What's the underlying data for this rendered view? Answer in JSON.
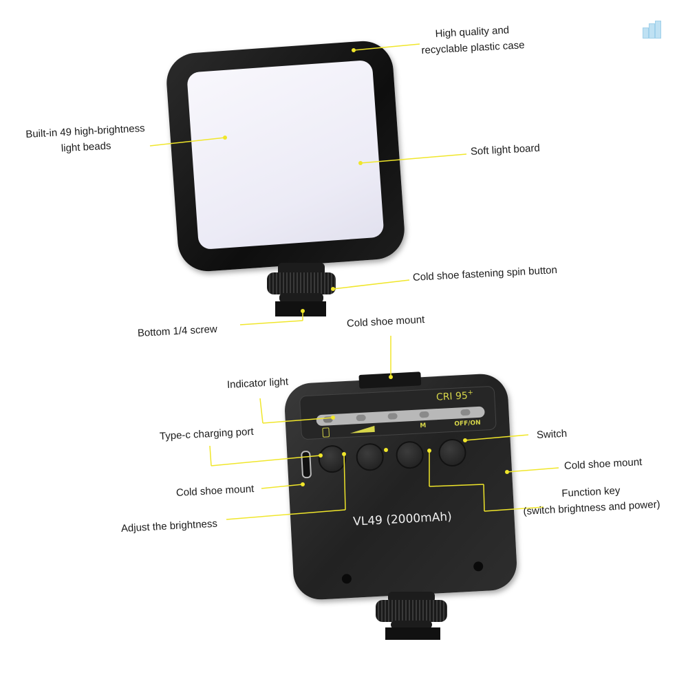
{
  "product": {
    "model_label": "VL49 (2000mAh)",
    "panel_cri": "CRI 95",
    "panel_cri_superscript": "+",
    "panel_m_label": "M",
    "panel_switch_label": "OFF/ON"
  },
  "callouts": {
    "case": [
      "High quality and",
      "recyclable plastic case"
    ],
    "beads": [
      "Built-in 49 high-brightness",
      "light beads"
    ],
    "soft_board": "Soft light board",
    "spin_button": "Cold shoe fastening spin button",
    "bottom_screw": "Bottom 1/4 screw",
    "cold_shoe_top": "Cold shoe mount",
    "indicator": "Indicator light",
    "type_c": "Type-c charging port",
    "switch": "Switch",
    "cold_shoe_right": "Cold shoe mount",
    "cold_shoe_left": "Cold shoe mount",
    "function_key": [
      "Function key",
      "(switch brightness and power)"
    ],
    "brightness": "Adjust the brightness"
  },
  "colors": {
    "callout_line": "#f0e62a",
    "panel_print": "#d7d64a",
    "body": "#1e1e1e",
    "light_panel": "#eeedf7"
  }
}
